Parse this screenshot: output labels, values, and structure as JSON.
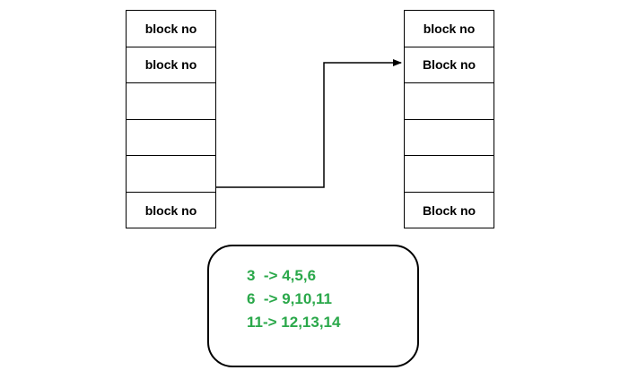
{
  "left_table": {
    "cells": [
      "block no",
      "block no",
      "",
      "",
      "",
      "block no"
    ]
  },
  "right_table": {
    "cells": [
      "block no",
      "Block no",
      "",
      "",
      "",
      "Block no"
    ]
  },
  "mapping": {
    "lines": [
      "3  -> 4,5,6",
      "6  -> 9,10,11",
      "11-> 12,13,14"
    ],
    "color": "#2aa84a"
  }
}
